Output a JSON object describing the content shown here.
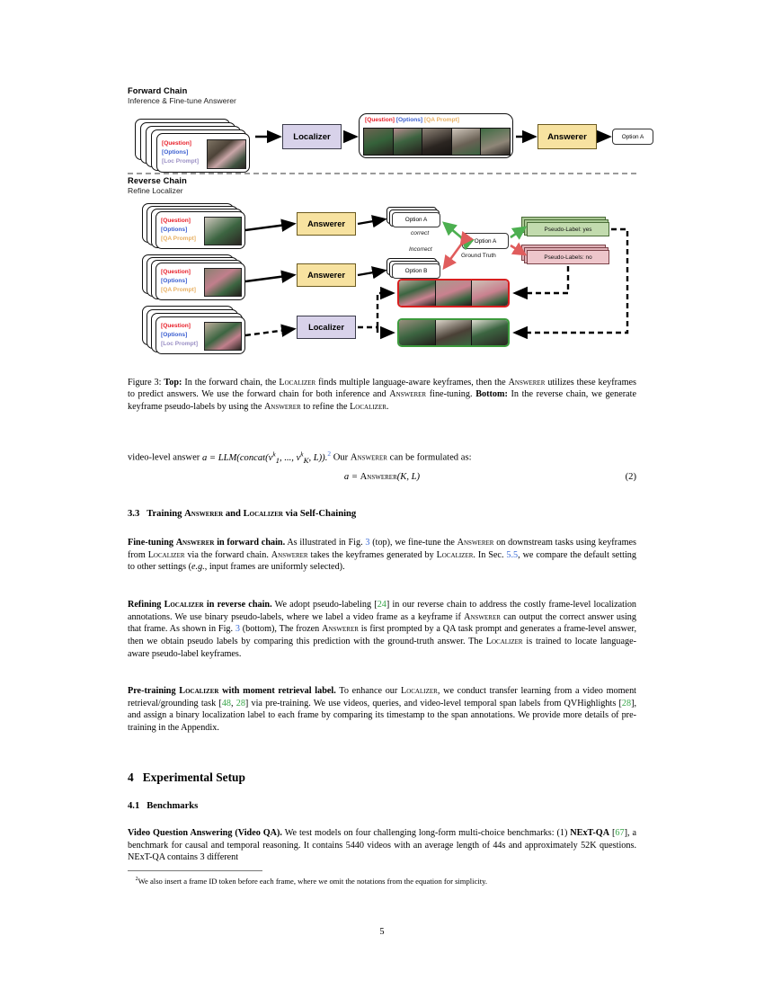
{
  "figure": {
    "forward": {
      "title": "Forward Chain",
      "subtitle": "Inference & Fine-tune Answerer",
      "input_card": {
        "question": "[Question]",
        "options": "[Options]",
        "prompt": "[Loc Prompt]"
      },
      "localizer_label": "Localizer",
      "keyframe_header": {
        "question": "[Question]",
        "options": "[Options]",
        "prompt": "[QA Prompt]"
      },
      "answerer_label": "Answerer",
      "output_label": "Option A"
    },
    "reverse": {
      "title": "Reverse Chain",
      "subtitle": "Refine Localizer",
      "card_qa_1": {
        "question": "[Question]",
        "options": "[Options]",
        "prompt": "[QA Prompt]"
      },
      "card_qa_2": {
        "question": "[Question]",
        "options": "[Options]",
        "prompt": "[QA Prompt]"
      },
      "card_loc": {
        "question": "[Question]",
        "options": "[Options]",
        "prompt": "[Loc Prompt]"
      },
      "answerer_label_1": "Answerer",
      "answerer_label_2": "Answerer",
      "localizer_label": "Localizer",
      "option_a": "Option A",
      "option_b": "Option B",
      "ground_truth_option": "Option A",
      "ground_truth_label": "Ground Truth",
      "correct_label": "correct",
      "incorrect_label": "Incorrect",
      "pseudo_yes": "Pseudo-Label: yes",
      "pseudo_no": "Pseudo-Labels: no"
    },
    "colors": {
      "localizer_fill": "#d8d2ea",
      "answerer_fill": "#f7e2a0",
      "pseudo_yes_fill": "#c2dbae",
      "pseudo_no_fill": "#eec6cb",
      "correct_arrow": "#4caf50",
      "incorrect_arrow": "#e05c5c",
      "strip_red": "#d81f1f",
      "strip_green": "#3c9a3c",
      "question_text": "#e8202a",
      "options_text": "#3b5fd0",
      "loc_prompt_text": "#9a8fc4",
      "qa_prompt_text": "#e8b062"
    }
  },
  "caption": {
    "label": "Figure 3:",
    "bold_top": "Top:",
    "text_1": " In the forward chain, the ",
    "sc_localizer": "Localizer",
    "text_2": " finds multiple language-aware keyframes, then the ",
    "sc_answerer": "Answerer",
    "text_3": " utilizes these keyframes to predict answers. We use the forward chain for both inference and ",
    "sc_answerer_2": "Answerer",
    "text_4": " fine-tuning. ",
    "bold_bottom": "Bottom:",
    "text_5": " In the reverse chain, we generate keyframe pseudo-labels by using the ",
    "sc_answerer_3": "Answerer",
    "text_6": " to refine the ",
    "sc_localizer_2": "Localizer",
    "text_7": "."
  },
  "equation_para": {
    "lead": "video-level answer ",
    "formula": "a = LLM(concat(v",
    "formula_full": "a = LLM(concat(v₁ᵏ, ..., v_Kᵏ, L)).",
    "footnote_marker": "2",
    "tail": " Our ",
    "sc_answerer": "Answerer",
    "tail2": " can be formulated as:",
    "equation": "a = Answerer(K, L)",
    "equation_left": "a = ",
    "equation_sc": "Answerer",
    "equation_right": "(K, L)",
    "number": "(2)"
  },
  "sections": {
    "s33_num": "3.3",
    "s33_title_a": "Training ",
    "s33_sc_answerer": "Answerer",
    "s33_title_b": " and ",
    "s33_sc_localizer": "Localizer",
    "s33_title_c": " via Self-Chaining",
    "s4_num": "4",
    "s4_title": "Experimental Setup",
    "s41_num": "4.1",
    "s41_title": "Benchmarks"
  },
  "paragraphs": {
    "p1_bold_a": "Fine-tuning ",
    "p1_bold_sc": "Answerer",
    "p1_bold_b": " in forward chain.",
    "p1_t1": " As illustrated in Fig. ",
    "p1_ref1": "3",
    "p1_t2": " (top), we fine-tune the ",
    "p1_sc1": "Answerer",
    "p1_t3": " on downstream tasks using keyframes from ",
    "p1_sc2": "Localizer",
    "p1_t4": " via the forward chain. ",
    "p1_sc3": "Answerer",
    "p1_t5": " takes the keyframes generated by ",
    "p1_sc4": "Localizer",
    "p1_t6": ". In Sec. ",
    "p1_ref2": "5.5",
    "p1_t7": ", we compare the default setting to other settings (",
    "p1_eg": "e.g.",
    "p1_t8": ", input frames are uniformly selected).",
    "p2_bold_a": "Refining ",
    "p2_bold_sc": "Localizer",
    "p2_bold_b": " in reverse chain.",
    "p2_t1": " We adopt pseudo-labeling [",
    "p2_ref1": "24",
    "p2_t2": "] in our reverse chain to address the costly frame-level localization annotations. We use binary pseudo-labels, where we label a video frame as a keyframe if ",
    "p2_sc1": "Answerer",
    "p2_t3": " can output the correct answer using that frame. As shown in Fig. ",
    "p2_ref2": "3",
    "p2_t4": " (bottom), The frozen ",
    "p2_sc2": "Answerer",
    "p2_t5": " is first prompted by a QA task prompt and generates a frame-level answer, then we obtain pseudo labels by comparing this prediction with the ground-truth answer. The ",
    "p2_sc3": "Localizer",
    "p2_t6": " is trained to locate language-aware pseudo-label keyframes.",
    "p3_bold_a": "Pre-training ",
    "p3_bold_sc": "Localizer",
    "p3_bold_b": " with moment retrieval label.",
    "p3_t1": " To enhance our ",
    "p3_sc1": "Localizer",
    "p3_t2": ", we conduct transfer learning from a video moment retrieval/grounding task [",
    "p3_ref1": "48",
    "p3_t3": ", ",
    "p3_ref2": "28",
    "p3_t4": "] via pre-training. We use videos, queries, and video-level temporal span labels from QVHighlights [",
    "p3_ref3": "28",
    "p3_t5": "], and assign a binary localization label to each frame by comparing its timestamp to the span annotations. We provide more details of pre-training in the Appendix.",
    "p4_bold": "Video Question Answering (Video QA).",
    "p4_t1": " We test models on four challenging long-form multi-choice benchmarks: (1) ",
    "p4_bold2": "NExT-QA",
    "p4_t2": " [",
    "p4_ref1": "67",
    "p4_t3": "], a benchmark for causal and temporal reasoning. It contains 5440 videos with an average length of 44s and approximately 52K questions. NExT-QA contains 3 different"
  },
  "footnote": {
    "marker": "2",
    "text": "We also insert a frame ID token before each frame, where we omit the notations from the equation for simplicity."
  },
  "page_number": "5"
}
